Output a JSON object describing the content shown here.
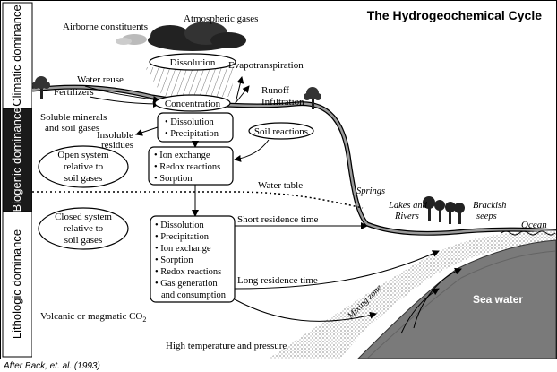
{
  "title": "The Hydrogeochemical Cycle",
  "citation": "After Back, et. al. (1993)",
  "side_labels": {
    "climatic": "Climatic dominance",
    "biogenic": "Biogenic dominance",
    "lithologic": "Lithologic dominance"
  },
  "atmosphere": {
    "airborne": "Airborne constituents",
    "gases": "Atmospheric gases",
    "dissolution": "Dissolution",
    "evapotranspiration": "Evapotranspiration"
  },
  "surface": {
    "water_reuse": "Water reuse",
    "fertilizers": "Fertilizers",
    "concentration": "Concentration",
    "runoff": "Runoff",
    "infiltration": "Infiltration",
    "soluble_1": "Soluble minerals",
    "soluble_2": "and soil gases",
    "insoluble_1": "Insoluble",
    "insoluble_2": "residues",
    "soil_reactions": "Soil reactions"
  },
  "box1": {
    "items": [
      "• Dissolution",
      "• Precipitation"
    ]
  },
  "box2": {
    "items": [
      "• Ion exchange",
      "• Redox reactions",
      "• Sorption"
    ]
  },
  "box3": {
    "items": [
      "• Dissolution",
      "• Precipitation",
      "• Ion exchange",
      "• Sorption",
      "• Redox reactions",
      "• Gas generation",
      "  and consumption"
    ]
  },
  "open_system": [
    "Open system",
    "relative to",
    "soil gases"
  ],
  "closed_system": [
    "Closed system",
    "relative to",
    "soil gases"
  ],
  "water_table": "Water table",
  "short_residence": "Short residence time",
  "long_residence": "Long residence time",
  "springs": "Springs",
  "lakes_1": "Lakes and",
  "lakes_2": "Rivers",
  "brackish_1": "Brackish",
  "brackish_2": "seeps",
  "ocean": "Ocean",
  "mixing_zone": "Mixing zone",
  "sea_water": "Sea water",
  "volcanic": "Volcanic or magmatic CO",
  "volcanic_sub": "2",
  "high_temp": "High temperature and pressure"
}
